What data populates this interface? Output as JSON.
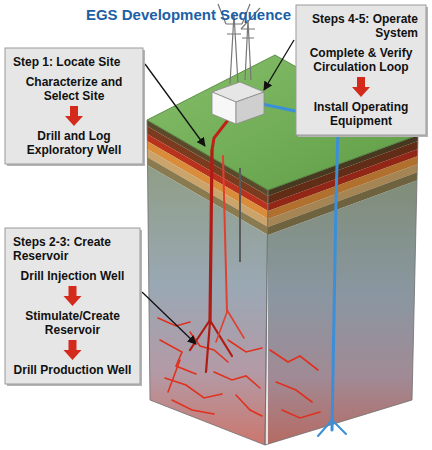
{
  "diagram": {
    "title": "EGS Development Sequence",
    "nodes": [
      {
        "text": [
          "Step 1: Locate Site"
        ]
      },
      {
        "text": [
          "Characterize and Select Site"
        ],
        "in": 0
      },
      {
        "text": [
          "Drill and Log Exploratory Well"
        ],
        "in": 0
      },
      {
        "text": [
          "Steps 4-5: Operate System"
        ]
      },
      {
        "text": [
          "Complete & Verify Circulation Loop"
        ],
        "in": 3
      },
      {
        "text": [
          "Install Operating Equipment"
        ],
        "in": 3
      },
      {
        "text": [
          "Steps 2-3: Create Reservoir"
        ]
      },
      {
        "text": [
          "Drill Injection Well"
        ],
        "in": 6
      },
      {
        "text": [
          "Stimulate/Create Reservoir"
        ],
        "in": 6
      },
      {
        "text": [
          "Drill Production Well"
        ],
        "in": 6
      }
    ],
    "edges": [
      {
        "from": 1,
        "to": 2,
        "arrow": "to"
      },
      {
        "from": 4,
        "to": 5,
        "arrow": "to"
      },
      {
        "from": 7,
        "to": 8,
        "arrow": "to"
      },
      {
        "from": 8,
        "to": 9,
        "arrow": "to"
      }
    ]
  }
}
